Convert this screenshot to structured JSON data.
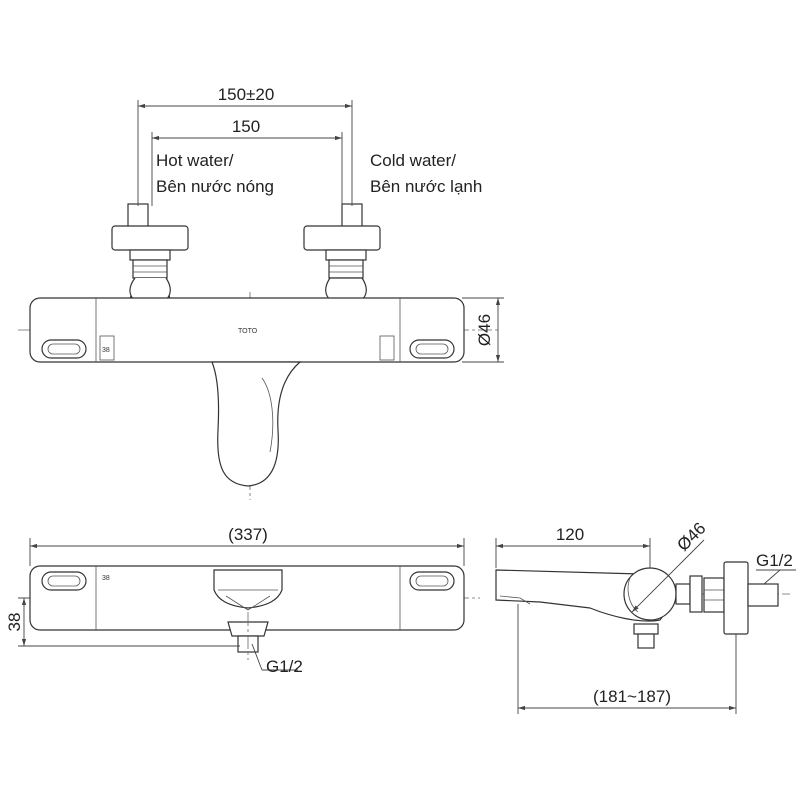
{
  "labels": {
    "hot_water_line1": "Hot water/",
    "hot_water_line2": "Bên nước nóng",
    "cold_water_line1": "Cold water/",
    "cold_water_line2": "Bên nước lạnh",
    "brand_mark": "TOTO",
    "temp_mark": "38",
    "temp_mark_bottom": "38"
  },
  "dimensions": {
    "top_outer": "150±20",
    "top_inner": "150",
    "body_diameter": "Ø46",
    "overall_length": "(337)",
    "body_height": "38",
    "inlet_thread_bottom": "G1/2",
    "spout_reach": "120",
    "side_diameter": "Ø46",
    "inlet_thread_side": "G1/2",
    "wall_distance": "(181~187)"
  }
}
